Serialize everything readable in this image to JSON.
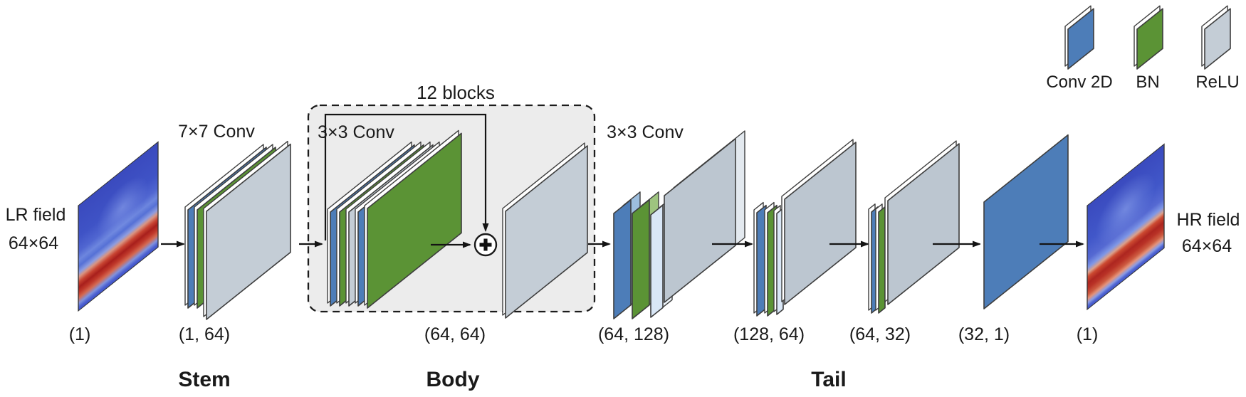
{
  "input": {
    "name": "LR field",
    "size": "64×64",
    "channels": "(1)"
  },
  "output": {
    "name": "HR field",
    "size": "64×64",
    "channels": "(1)"
  },
  "legend": [
    {
      "label": "Conv 2D",
      "type": "conv"
    },
    {
      "label": "BN",
      "type": "bn"
    },
    {
      "label": "ReLU",
      "type": "relu"
    }
  ],
  "body": {
    "repeat_label": "12 blocks",
    "skip_symbol": "+"
  },
  "blocks": [
    {
      "id": "stem",
      "kernel_label": "7×7 Conv",
      "channels": "(1, 64)",
      "layers": [
        "conv",
        "bn",
        "relu"
      ]
    },
    {
      "id": "residual",
      "kernel_label": "3×3 Conv",
      "channels": "(64, 64)",
      "layers": [
        "conv",
        "bn",
        "relu",
        "conv",
        "bn"
      ]
    },
    {
      "id": "post-skip-relu",
      "layers": [
        "relu"
      ]
    },
    {
      "id": "tail-1",
      "kernel_label": "3×3 Conv",
      "channels": "(64, 128)",
      "layers": [
        "conv",
        "bn",
        "relu_light",
        "gray"
      ]
    },
    {
      "id": "tail-2",
      "channels": "(128, 64)",
      "layers": [
        "conv",
        "bn",
        "relu_light",
        "gray"
      ]
    },
    {
      "id": "tail-3",
      "channels": "(64, 32)",
      "layers": [
        "conv",
        "bn",
        "gray"
      ]
    },
    {
      "id": "tail-4",
      "channels": "(32, 1)",
      "layers": [
        "conv"
      ]
    }
  ],
  "sections": [
    {
      "label": "Stem"
    },
    {
      "label": "Body"
    },
    {
      "label": "Tail"
    }
  ],
  "colors": {
    "conv": "#4d7db8",
    "bn": "#5b9335",
    "relu": "#c4cdd6",
    "relu_light": "#d9e7f6",
    "gray": "#bcc6d0",
    "conv_top": "#9dbede",
    "bn_top": "#9ec47f",
    "relu_light_top": "#eef5fb",
    "gray_top": "#e3e9ef",
    "edge": "#ffffff",
    "stroke": "#3d3d3d",
    "box_fill": "#ececec",
    "arrow": "#141414"
  }
}
